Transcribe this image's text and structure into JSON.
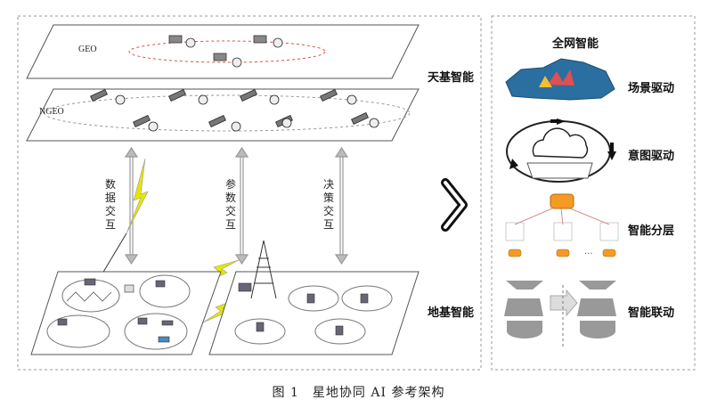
{
  "left_panel": {
    "geo_label": "GEO",
    "ngeo_label": "NGEO",
    "space_intelligence": "天基智能",
    "ground_intelligence": "地基智能",
    "links": [
      {
        "text": "数据交互"
      },
      {
        "text": "参数交互"
      },
      {
        "text": "决策交互"
      }
    ]
  },
  "right_panel": {
    "title": "全网智能",
    "items": [
      {
        "label": "场景驱动"
      },
      {
        "label": "意图驱动"
      },
      {
        "label": "智能分层"
      },
      {
        "label": "智能联动"
      }
    ]
  },
  "caption": "图 1　星地协同 AI 参考架构",
  "colors": {
    "lightning": "#e6e600",
    "cloud_red": "#e05050",
    "db_orange": "#f59a23",
    "map_blue": "#2a6fa0"
  }
}
